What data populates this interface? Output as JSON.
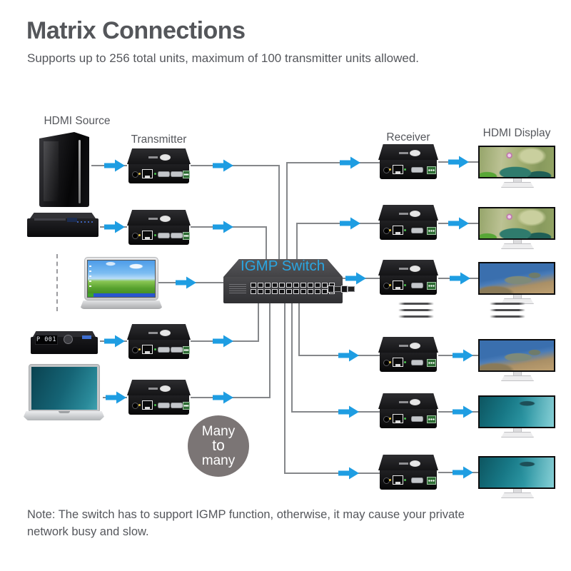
{
  "page": {
    "title": "Matrix Connections",
    "subtitle": "Supports up to 256 total units, maximum of 100 transmitter units allowed.",
    "note": "Note: The switch has to support IGMP function, otherwise, it may cause your private network busy and slow."
  },
  "labels": {
    "hdmi_source": "HDMI Source",
    "transmitter": "Transmitter",
    "receiver": "Receiver",
    "hdmi_display": "HDMI Display",
    "igmp_switch": "IGMP Switch",
    "many_line1": "Many",
    "many_line2": "to",
    "many_line3": "many"
  },
  "devices": {
    "set_top_box_led": "P 001",
    "source_types": [
      "pc-tower",
      "dvd-player",
      "laptop",
      "set-top-box",
      "macbook"
    ],
    "transmitter_count": 4,
    "receiver_count": 6,
    "display_images": [
      "lotus",
      "lotus",
      "lizard",
      "lizard",
      "ocean",
      "ocean"
    ]
  },
  "colors": {
    "accent_blue": "#1e9de2",
    "switch_label_blue": "#2aa6e2",
    "wire_gray": "#85878a",
    "text_gray": "#55575c",
    "circle_gray": "#7b7575"
  }
}
